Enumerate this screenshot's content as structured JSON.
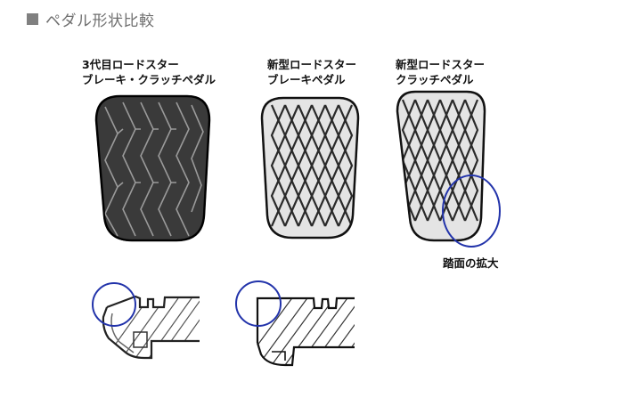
{
  "header": {
    "title": "ペダル形状比較"
  },
  "pedals": [
    {
      "caption_line1": "3代目ロードスター",
      "caption_line2": "ブレーキ・クラッチペダル"
    },
    {
      "caption_line1": "新型ロードスター",
      "caption_line2": "ブレーキペダル"
    },
    {
      "caption_line1": "新型ロードスター",
      "caption_line2": "クラッチペダル"
    }
  ],
  "callout": {
    "label": "踏面の拡大"
  },
  "colors": {
    "highlight_circle": "#2233aa",
    "old_pedal_fill": "#3a3a3a",
    "new_pedal_fill": "#e2e2e2"
  }
}
